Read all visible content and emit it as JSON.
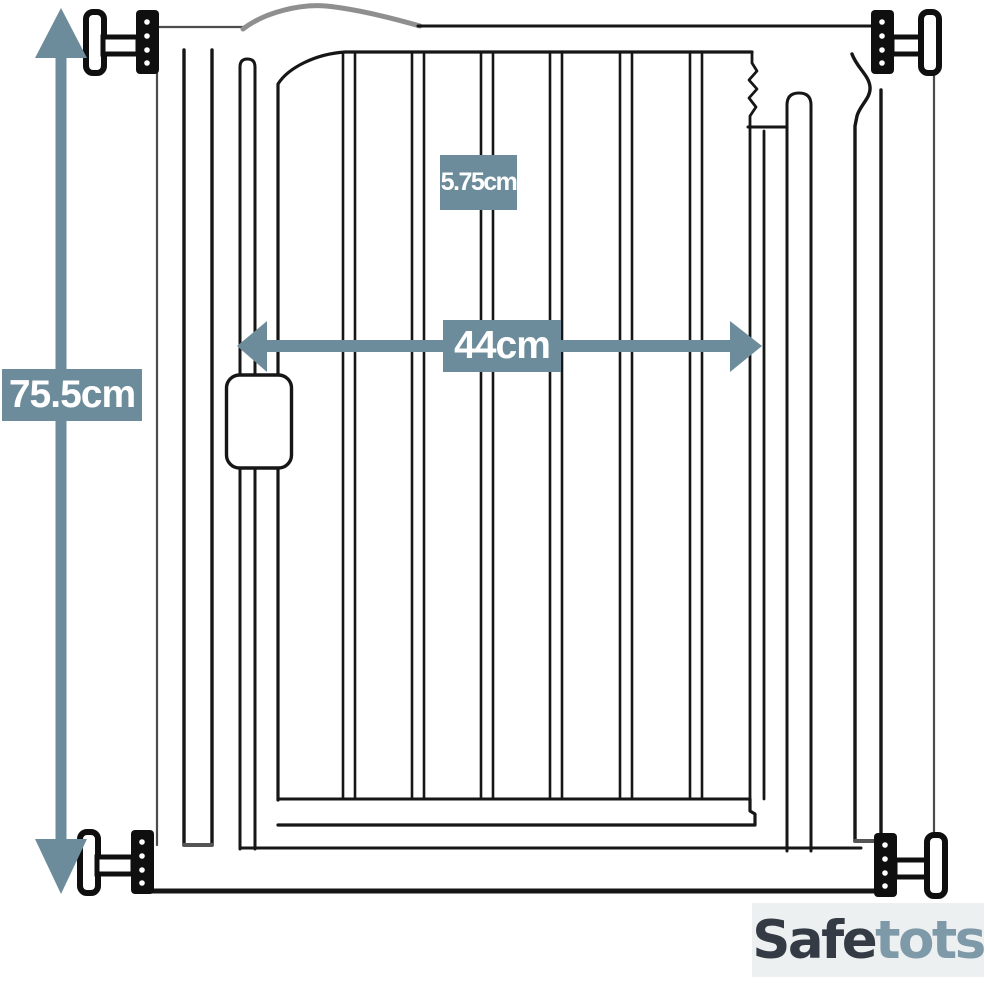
{
  "dimensions": {
    "height_label": "75.5cm",
    "width_label": "44cm",
    "gap_label": "5.75cm"
  },
  "brand": {
    "name": "Safetots",
    "part1": "Safe",
    "part2": "tots"
  },
  "colors": {
    "accent": "#6d8c9b",
    "ink": "#161616",
    "logo_dark": "#343b44",
    "logo_light": "#7e99a7"
  }
}
